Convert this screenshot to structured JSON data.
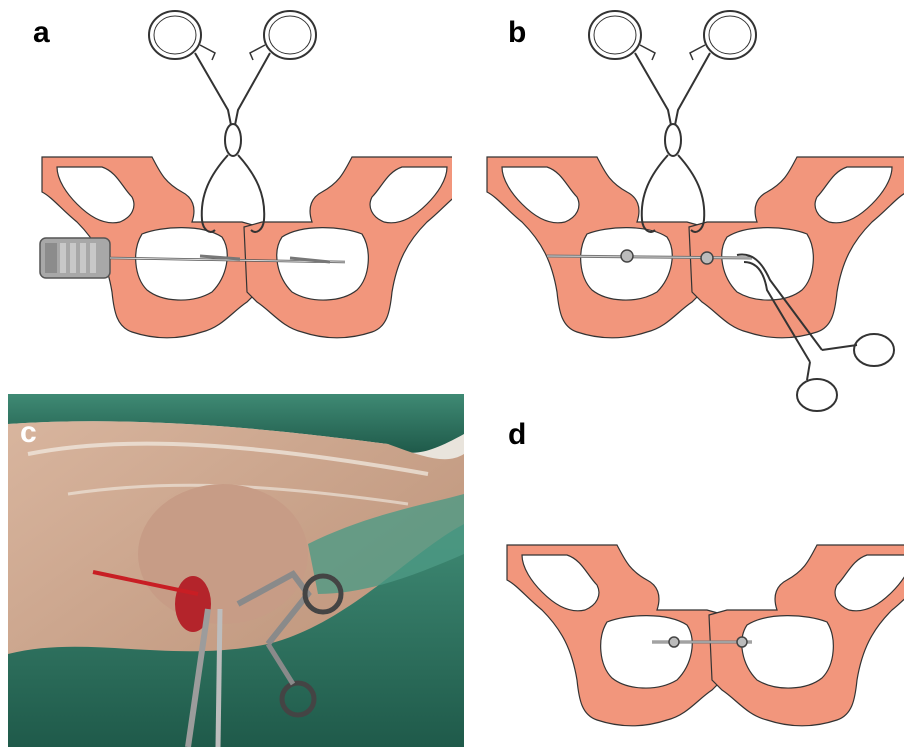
{
  "panels": [
    {
      "id": "a",
      "label": "a"
    },
    {
      "id": "b",
      "label": "b"
    },
    {
      "id": "c",
      "label": "c"
    },
    {
      "id": "d",
      "label": "d"
    }
  ],
  "colors": {
    "bone": "#f2967c",
    "outline": "#222222",
    "metal": "#9a9a9a",
    "drape": "#2f7a66",
    "skin": "#cfa58e"
  }
}
